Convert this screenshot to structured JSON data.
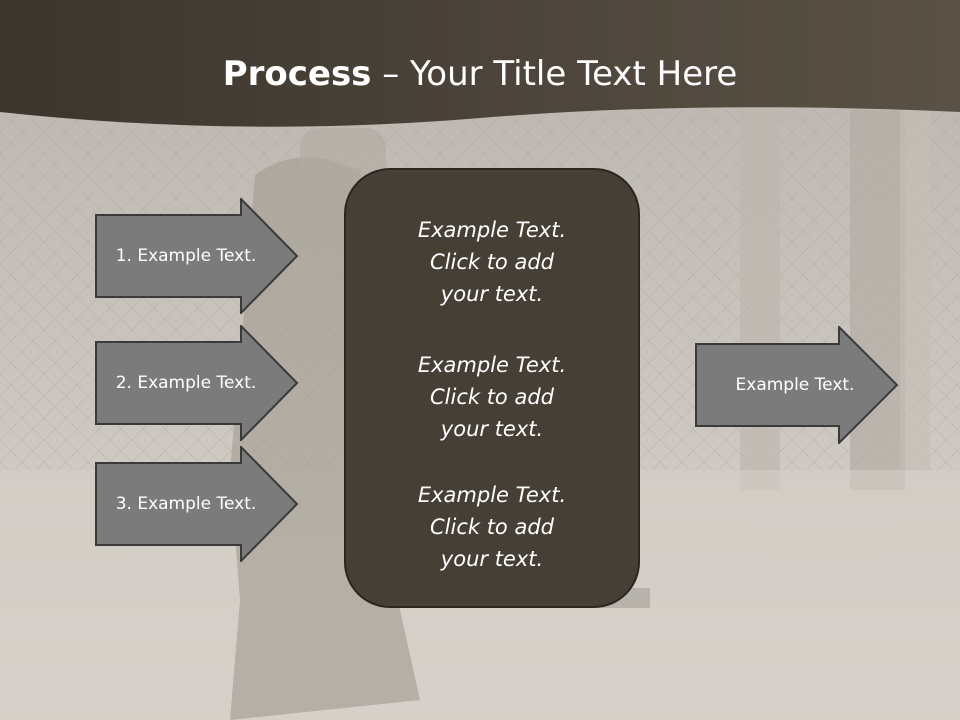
{
  "slide": {
    "title_bold": "Process",
    "title_rest": " – Your Title Text Here"
  },
  "left_arrows": [
    {
      "label": "1. Example Text."
    },
    {
      "label": "2. Example Text."
    },
    {
      "label": "3. Example Text."
    }
  ],
  "center_box": {
    "blocks": [
      {
        "lines": [
          "Example Text.",
          "Click  to add",
          "your text."
        ]
      },
      {
        "lines": [
          "Example Text.",
          "Click  to add",
          "your text."
        ]
      },
      {
        "lines": [
          "Example Text.",
          "Click  to add",
          "your text."
        ]
      }
    ]
  },
  "right_arrow": {
    "label": "Example Text."
  },
  "colors": {
    "header": "#463f36",
    "arrow_fill": "#7b7b7b",
    "center_fill": "#463f36",
    "background": "#c9c4bd"
  }
}
